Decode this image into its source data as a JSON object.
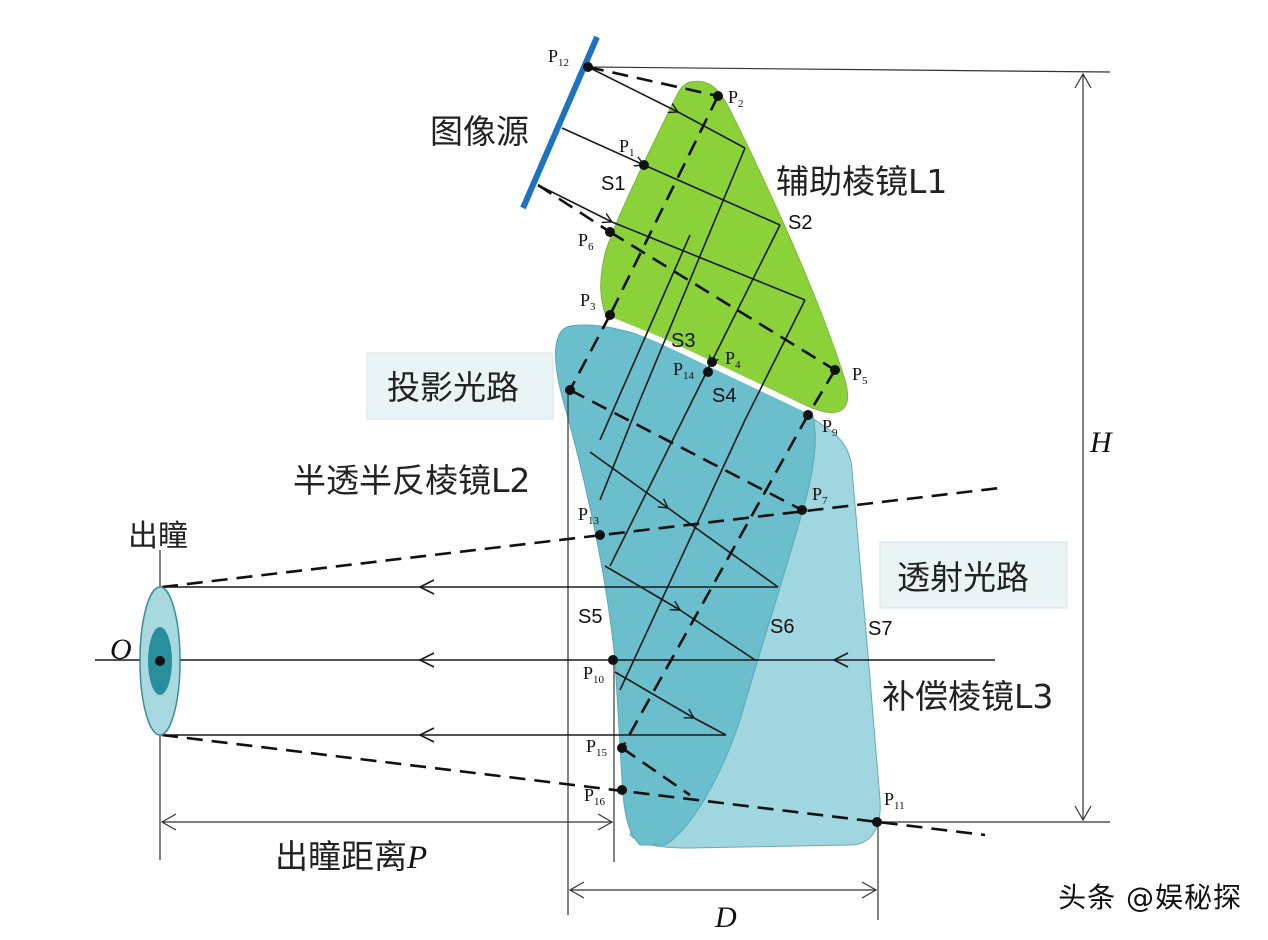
{
  "figure": {
    "title": "",
    "colors": {
      "auxiliary_prism": "#8bd13a",
      "half_prism": "#6bbfcc",
      "compensation_prism": "#9fd6df",
      "image_source": "#1e73c0",
      "eye_outer": "#a8d8e0",
      "eye_inner": "#2a8f9c"
    }
  },
  "labels": {
    "image_source": "图像源",
    "aux_prism": "辅助棱镜L1",
    "projection_path": "投影光路",
    "half_prism": "半透半反棱镜L2",
    "exit_pupil": "出瞳",
    "transmission_path": "透射光路",
    "compensation_prism": "补偿棱镜L3",
    "exit_pupil_distance": "出瞳距离",
    "exit_pupil_distance_symbol": "P",
    "origin": "O",
    "height_symbol": "H",
    "width_symbol": "D"
  },
  "surfaces": [
    "S1",
    "S2",
    "S3",
    "S4",
    "S5",
    "S6",
    "S7"
  ],
  "points": {
    "p1": "1",
    "p2": "2",
    "p3": "3",
    "p4": "4",
    "p5": "5",
    "p6": "6",
    "p7": "7",
    "p9": "9",
    "p10": "10",
    "p11": "11",
    "p12": "12",
    "p13": "13",
    "p14": "14",
    "p15": "15",
    "p16": "16",
    "prefix": "P"
  },
  "watermark": "头条 @娱秘探"
}
